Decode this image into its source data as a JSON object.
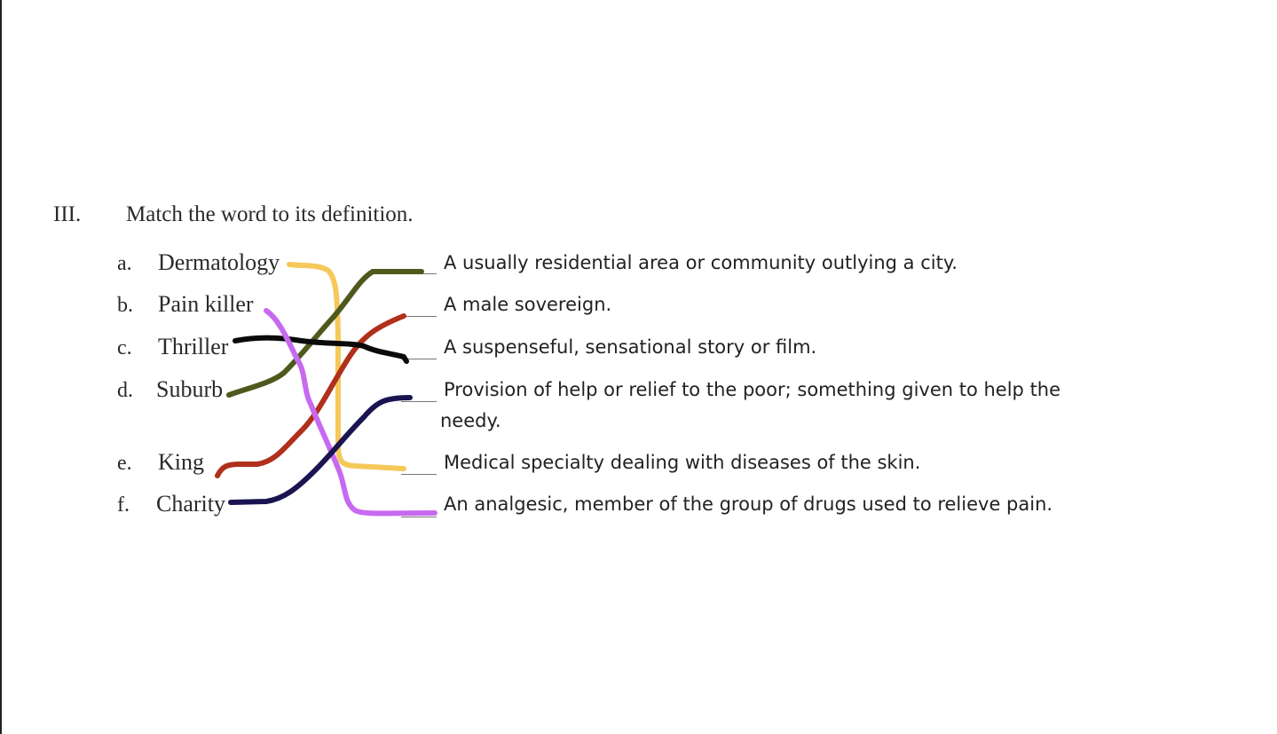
{
  "section": {
    "number": "III.",
    "instruction": "Match the word to its definition."
  },
  "words": [
    {
      "letter": "a.",
      "word": "Dermatology"
    },
    {
      "letter": "b.",
      "word": "Pain killer"
    },
    {
      "letter": "c.",
      "word": "Thriller"
    },
    {
      "letter": "d.",
      "word": "Suburb"
    },
    {
      "letter": "e.",
      "word": "King"
    },
    {
      "letter": "f.",
      "word": "Charity"
    }
  ],
  "definitions": [
    "A usually residential area or community outlying a city.",
    "A male sovereign.",
    "A suspenseful, sensational story or film.",
    "Provision of help or relief to the poor; something given to help the",
    "needy.",
    "Medical specialty dealing with diseases of the skin.",
    "An analgesic, member of the group of drugs used to relieve pain."
  ],
  "line_colors": {
    "dermatology": "#f5c85a",
    "pain_killer": "#c76af0",
    "thriller": "#0a0a0a",
    "suburb": "#4e5a1c",
    "king": "#b0301c",
    "charity": "#1a1450"
  }
}
